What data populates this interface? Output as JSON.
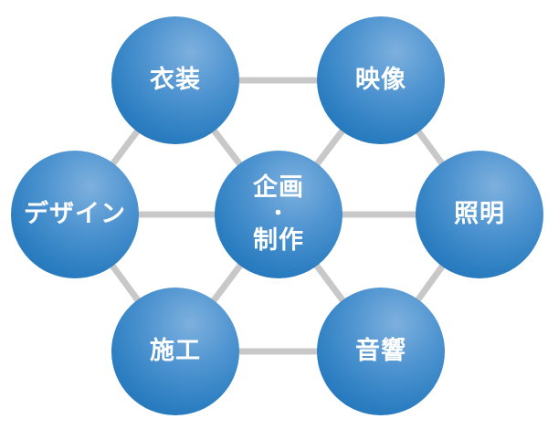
{
  "diagram": {
    "nodes": {
      "costume": "衣装",
      "video": "映像",
      "design": "デザイン",
      "center_line1": "企画",
      "center_dot": "・",
      "center_line2": "制作",
      "lighting": "照明",
      "build": "施工",
      "sound": "音響"
    },
    "colors": {
      "node_fill": "#2a7dc0",
      "node_highlight": "#7db0de",
      "link": "#c8c8c8",
      "label": "#ffffff"
    }
  }
}
